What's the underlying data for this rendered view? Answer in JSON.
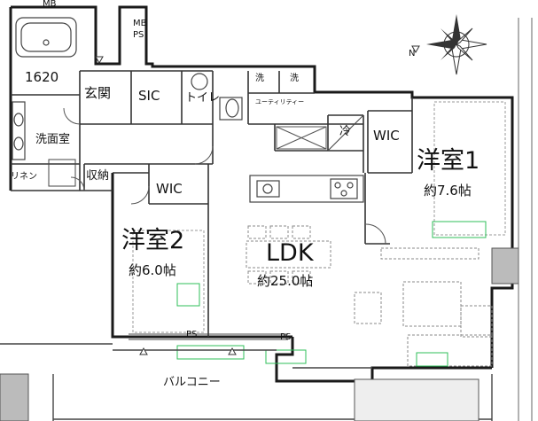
{
  "labels": {
    "mb_top": "MB",
    "mb_ps_mb": "MB",
    "mb_ps_ps": "PS",
    "bath_size": "1620",
    "entrance": "玄関",
    "sic": "SIC",
    "toilet": "トイレ",
    "laundry_1": "洗",
    "laundry_2": "洗",
    "utility": "ユーティリティー",
    "fridge": "冷",
    "wic_1": "WIC",
    "washroom": "洗面室",
    "storage": "収納",
    "linen": "リネン",
    "wic_2": "WIC",
    "room1_name": "洋室1",
    "room1_size": "約7.6帖",
    "room2_name": "洋室2",
    "room2_size": "約6.0帖",
    "ldk_name": "LDK",
    "ldk_size": "約25.0帖",
    "ps_1": "PS",
    "ps_2": "PS",
    "balcony": "バルコニー",
    "compass_n": "N"
  },
  "colors": {
    "wall": "#1a1a1a",
    "line": "#333333",
    "fixture_green": "#2fbf5a",
    "wall_fill": "#ffffff"
  }
}
